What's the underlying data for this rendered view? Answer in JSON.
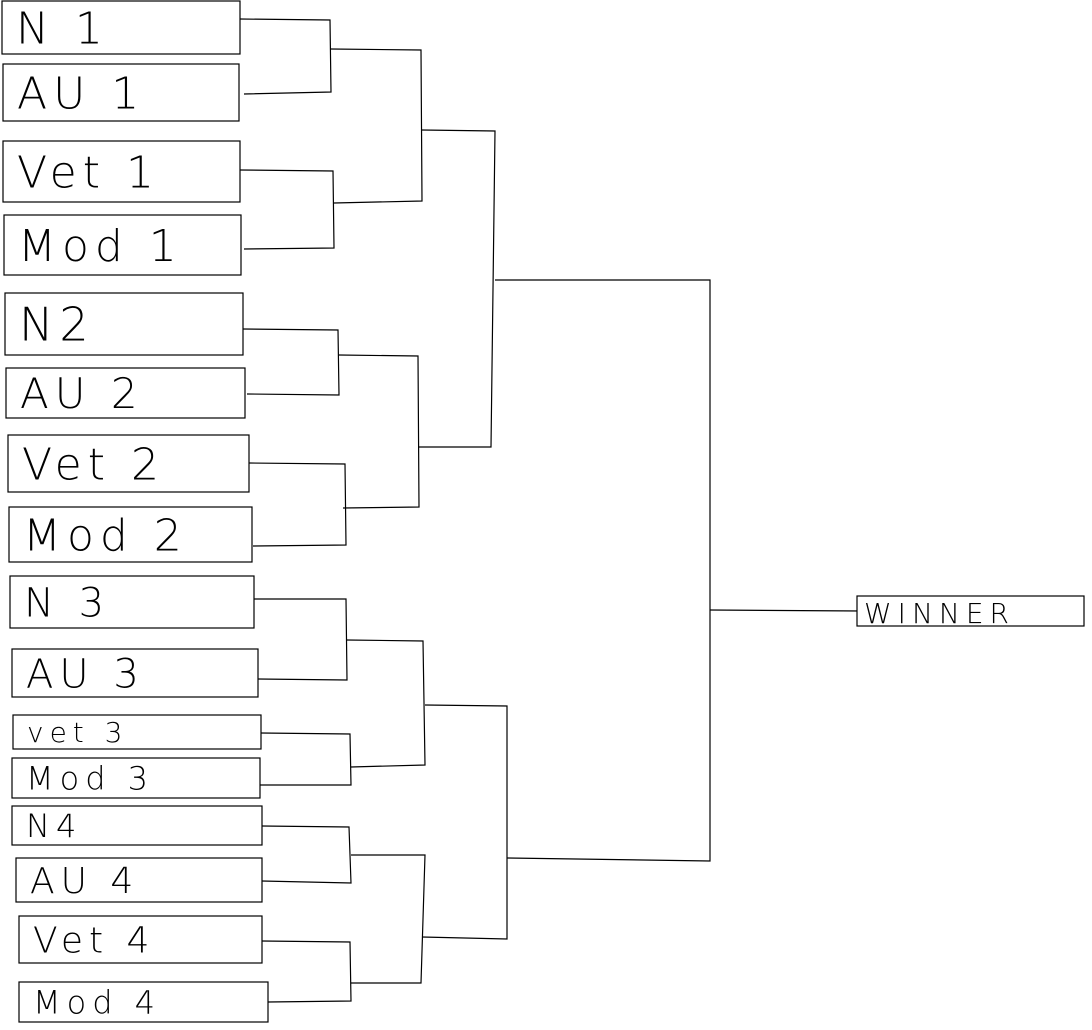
{
  "bracket": {
    "entries": [
      {
        "label": "N 1"
      },
      {
        "label": "AU 1"
      },
      {
        "label": "Vet 1"
      },
      {
        "label": "Mod 1"
      },
      {
        "label": "N2"
      },
      {
        "label": "AU 2"
      },
      {
        "label": "Vet 2"
      },
      {
        "label": "Mod 2"
      },
      {
        "label": "N 3"
      },
      {
        "label": "AU 3"
      },
      {
        "label": "vet 3"
      },
      {
        "label": "Mod 3"
      },
      {
        "label": "N4"
      },
      {
        "label": "AU 4"
      },
      {
        "label": "Vet 4"
      },
      {
        "label": "Mod 4"
      }
    ],
    "winner": {
      "label": "WINNER"
    }
  }
}
